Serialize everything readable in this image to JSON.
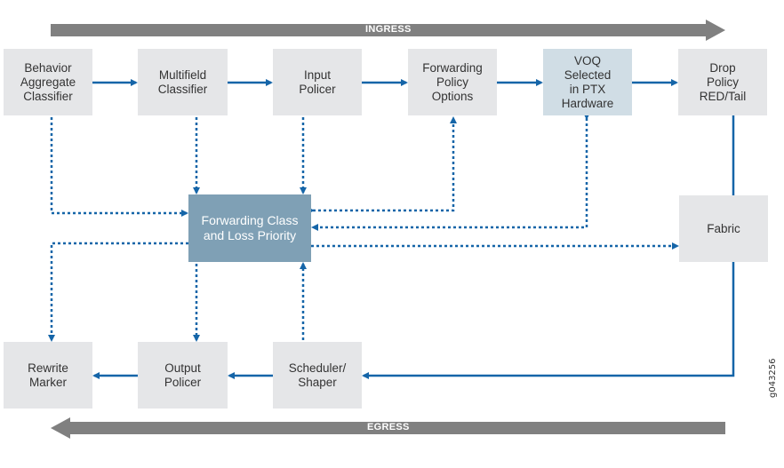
{
  "banners": {
    "ingress": "INGRESS",
    "egress": "EGRESS"
  },
  "nodes": {
    "ba_classifier": "Behavior\nAggregate\nClassifier",
    "mf_classifier": "Multifield\nClassifier",
    "input_policer": "Input\nPolicer",
    "fwd_policy": "Forwarding\nPolicy\nOptions",
    "voq": "VOQ\nSelected\nin PTX\nHardware",
    "drop_policy": "Drop\nPolicy\nRED/Tail",
    "fc_lp": "Forwarding Class\nand Loss Priority",
    "fabric": "Fabric",
    "rewrite_marker": "Rewrite\nMarker",
    "output_policer": "Output\nPolicer",
    "scheduler": "Scheduler/\nShaper"
  },
  "figure_id": "g043256",
  "colors": {
    "flow": "#1565a8",
    "banner": "#808080",
    "box_gray": "#e5e6e8",
    "box_lightblue": "#d0dde5",
    "box_steel": "#7fa0b5"
  }
}
